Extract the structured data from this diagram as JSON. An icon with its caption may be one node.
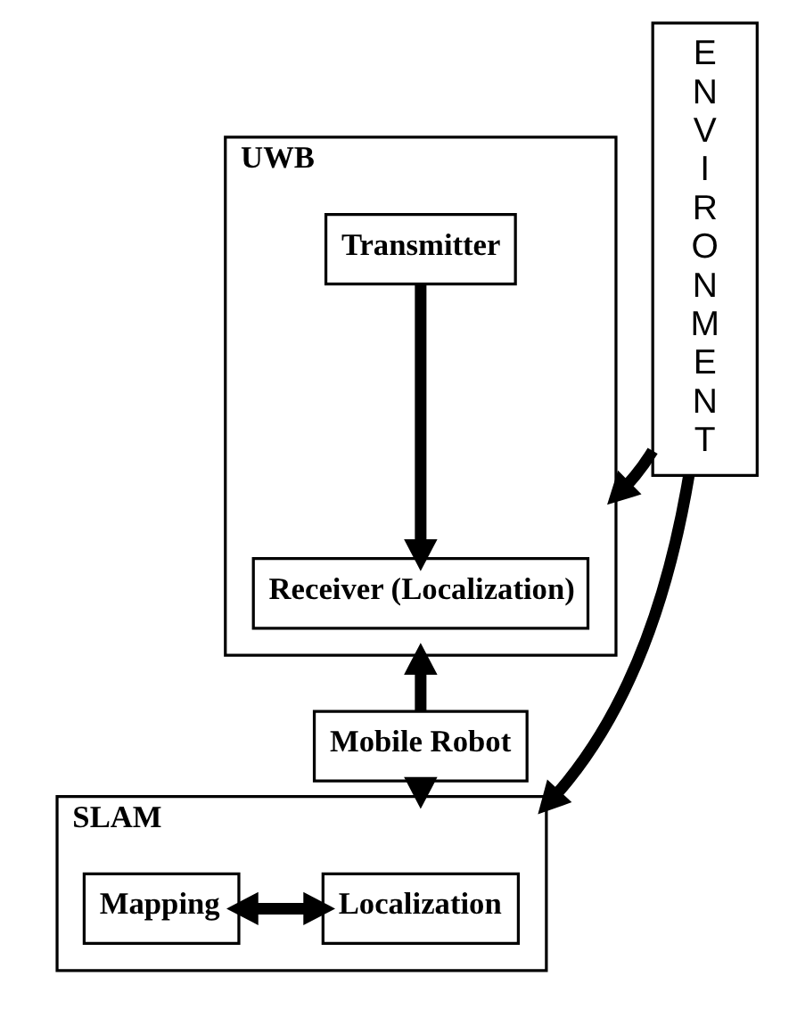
{
  "diagram": {
    "nodes": [
      {
        "text": [
          "UWB"
        ]
      },
      {
        "text": [
          "Transmitter"
        ],
        "in": 0
      },
      {
        "text": [
          "Receiver (Localization)"
        ],
        "in": 0
      },
      {
        "text": [
          "Mobile Robot"
        ]
      },
      {
        "text": [
          "SLAM"
        ]
      },
      {
        "text": [
          "Mapping"
        ],
        "in": 4
      },
      {
        "text": [
          "Localization"
        ],
        "in": 4
      },
      {
        "text": [
          "E N V I R O N M E N T"
        ]
      }
    ],
    "edges": [
      {
        "from": 1,
        "to": 2,
        "arrow": "to"
      },
      {
        "from": 3,
        "to": 0,
        "arrow": "to"
      },
      {
        "from": 3,
        "to": 4,
        "arrow": "to"
      },
      {
        "from": 5,
        "to": 6,
        "arrow": "both"
      },
      {
        "from": 7,
        "to": 0,
        "arrow": "to"
      },
      {
        "from": 7,
        "to": 4,
        "arrow": "to"
      }
    ]
  }
}
